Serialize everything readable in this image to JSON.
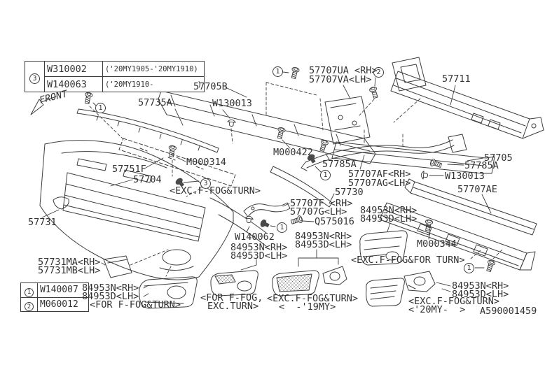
{
  "colors": {
    "ink": "#3d3d3d",
    "background": "#ffffff"
  },
  "front": "FRONT",
  "doc_number": "A590001459",
  "callouts": {
    "one": "1",
    "two": "2",
    "three": "3"
  },
  "tables": {
    "top": {
      "badge": "3",
      "rows": [
        {
          "part": "W310002",
          "range": "('20MY1905-'20MY1910)",
          "close": ""
        },
        {
          "part": "W140063",
          "range": "('20MY1910-",
          "close": ")"
        }
      ]
    },
    "bottom": {
      "rows": [
        {
          "badge": "1",
          "part": "W140007"
        },
        {
          "badge": "2",
          "part": "M060012"
        }
      ]
    }
  },
  "labels": {
    "p57735a": "57735A",
    "p57705b": "57705B",
    "w130013_left": "W130013",
    "p57707ua": "57707UA <RH>",
    "p57707va": "57707VA<LH>",
    "p57711": "57711",
    "m000422": "M000422",
    "p57785a_left": "57785A",
    "p57707af": "57707AF<RH>",
    "p57707ag": "57707AG<LH>",
    "w130013_right": "W130013",
    "p57705": "57705",
    "p57785a_right": "57785A",
    "p57707ae": "57707AE",
    "p57751f": "57751F",
    "p57704": "57704",
    "m000314": "M000314",
    "exc_fog_turn_mid": "<EXC.F-FOG&TURN>",
    "p57731": "57731",
    "p57731ma": "57731MA<RH>",
    "p57731mb": "57731MB<LH>",
    "p57707f": "57707F <RH>",
    "p57707g": "57707G<LH>",
    "q575016": "Q575016",
    "w140062": "W140062",
    "pair1_rh": "84953N<RH>",
    "pair1_lh": "84953D<LH>",
    "for_fog_turn": "<FOR F-FOG&TURN>",
    "pair2_rh": "84953N<RH>",
    "pair2_lh": "84953D<LH>",
    "for_ffog": "<FOR F-FOG,",
    "exc_turn": "EXC.TURN>",
    "pair3_rh": "84953N<RH>",
    "pair3_lh": "84953D<LH>",
    "exc_fog_turn_19": "<EXC.F-FOG&TURN>",
    "my19": "<  -'19MY>",
    "pair4_rh": "84953N<RH>",
    "pair4_lh": "84953D<LH>",
    "exc_fog_for_turn": "<EXC.F-FOG&FOR TURN>",
    "m000344": "M000344",
    "p57730": "57730",
    "pair5_rh": "84953N<RH>",
    "pair5_lh": "84953D<LH>",
    "exc_fog_turn_20": "<EXC.F-FOG&TURN>",
    "my20": "<'20MY-  >"
  }
}
